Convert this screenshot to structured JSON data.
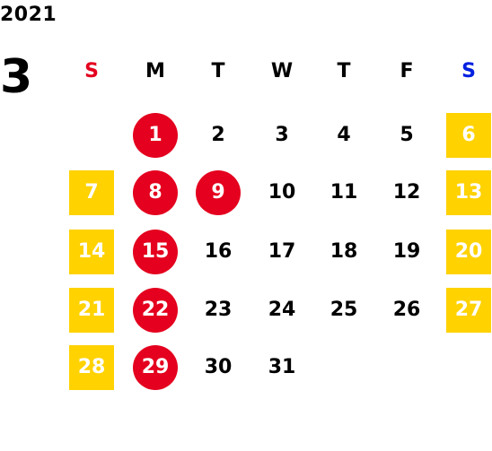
{
  "year": "2021",
  "month": "3",
  "colors": {
    "sunday_header": "#e4001e",
    "saturday_header": "#0020e0",
    "weekday_header": "#000000",
    "weekend_fill": "#ffd200",
    "holiday_fill": "#e4001e"
  },
  "weekdays": [
    "S",
    "M",
    "T",
    "W",
    "T",
    "F",
    "S"
  ],
  "start_column": 1,
  "days_in_month": 31,
  "weekend_columns": [
    0,
    6
  ],
  "holidays": [
    1,
    8,
    9,
    15,
    22,
    29
  ]
}
